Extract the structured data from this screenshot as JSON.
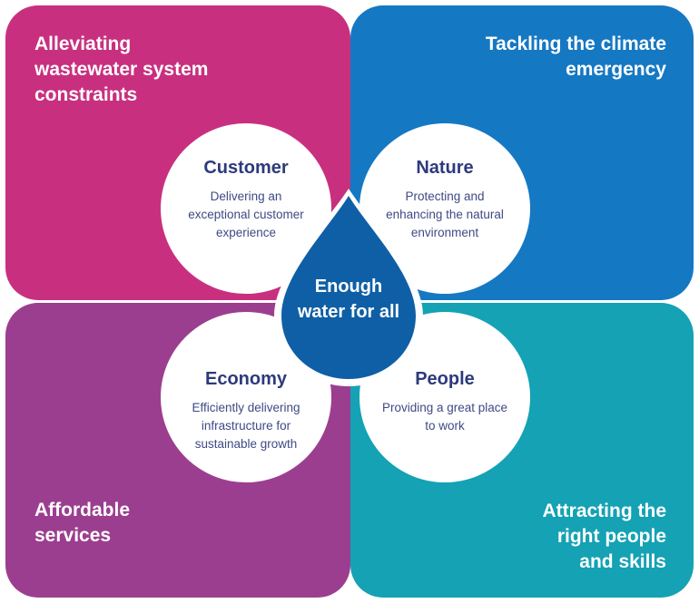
{
  "quadrants": {
    "top_left": {
      "title": [
        "Alleviating",
        "wastewater system",
        "constraints"
      ],
      "color": "#c8307f"
    },
    "top_right": {
      "title": [
        "Tackling the climate",
        "emergency"
      ],
      "color": "#1578c3"
    },
    "bottom_left": {
      "title": [
        "Affordable",
        "services"
      ],
      "color": "#9c3e8f"
    },
    "bottom_right": {
      "title": [
        "Attracting the",
        "right people",
        "and skills"
      ],
      "color": "#14a2b4"
    }
  },
  "circles": {
    "customer": {
      "title": "Customer",
      "desc": [
        "Delivering an",
        "exceptional customer",
        "experience"
      ]
    },
    "nature": {
      "title": "Nature",
      "desc": [
        "Protecting and",
        "enhancing the natural",
        "environment"
      ]
    },
    "economy": {
      "title": "Economy",
      "desc": [
        "Efficiently delivering",
        "infrastructure for",
        "sustainable growth"
      ]
    },
    "people": {
      "title": "People",
      "desc": [
        "Providing a great place",
        "to work"
      ]
    }
  },
  "center": {
    "text": [
      "Enough",
      "water for all"
    ],
    "color": "#0f5fa6"
  }
}
